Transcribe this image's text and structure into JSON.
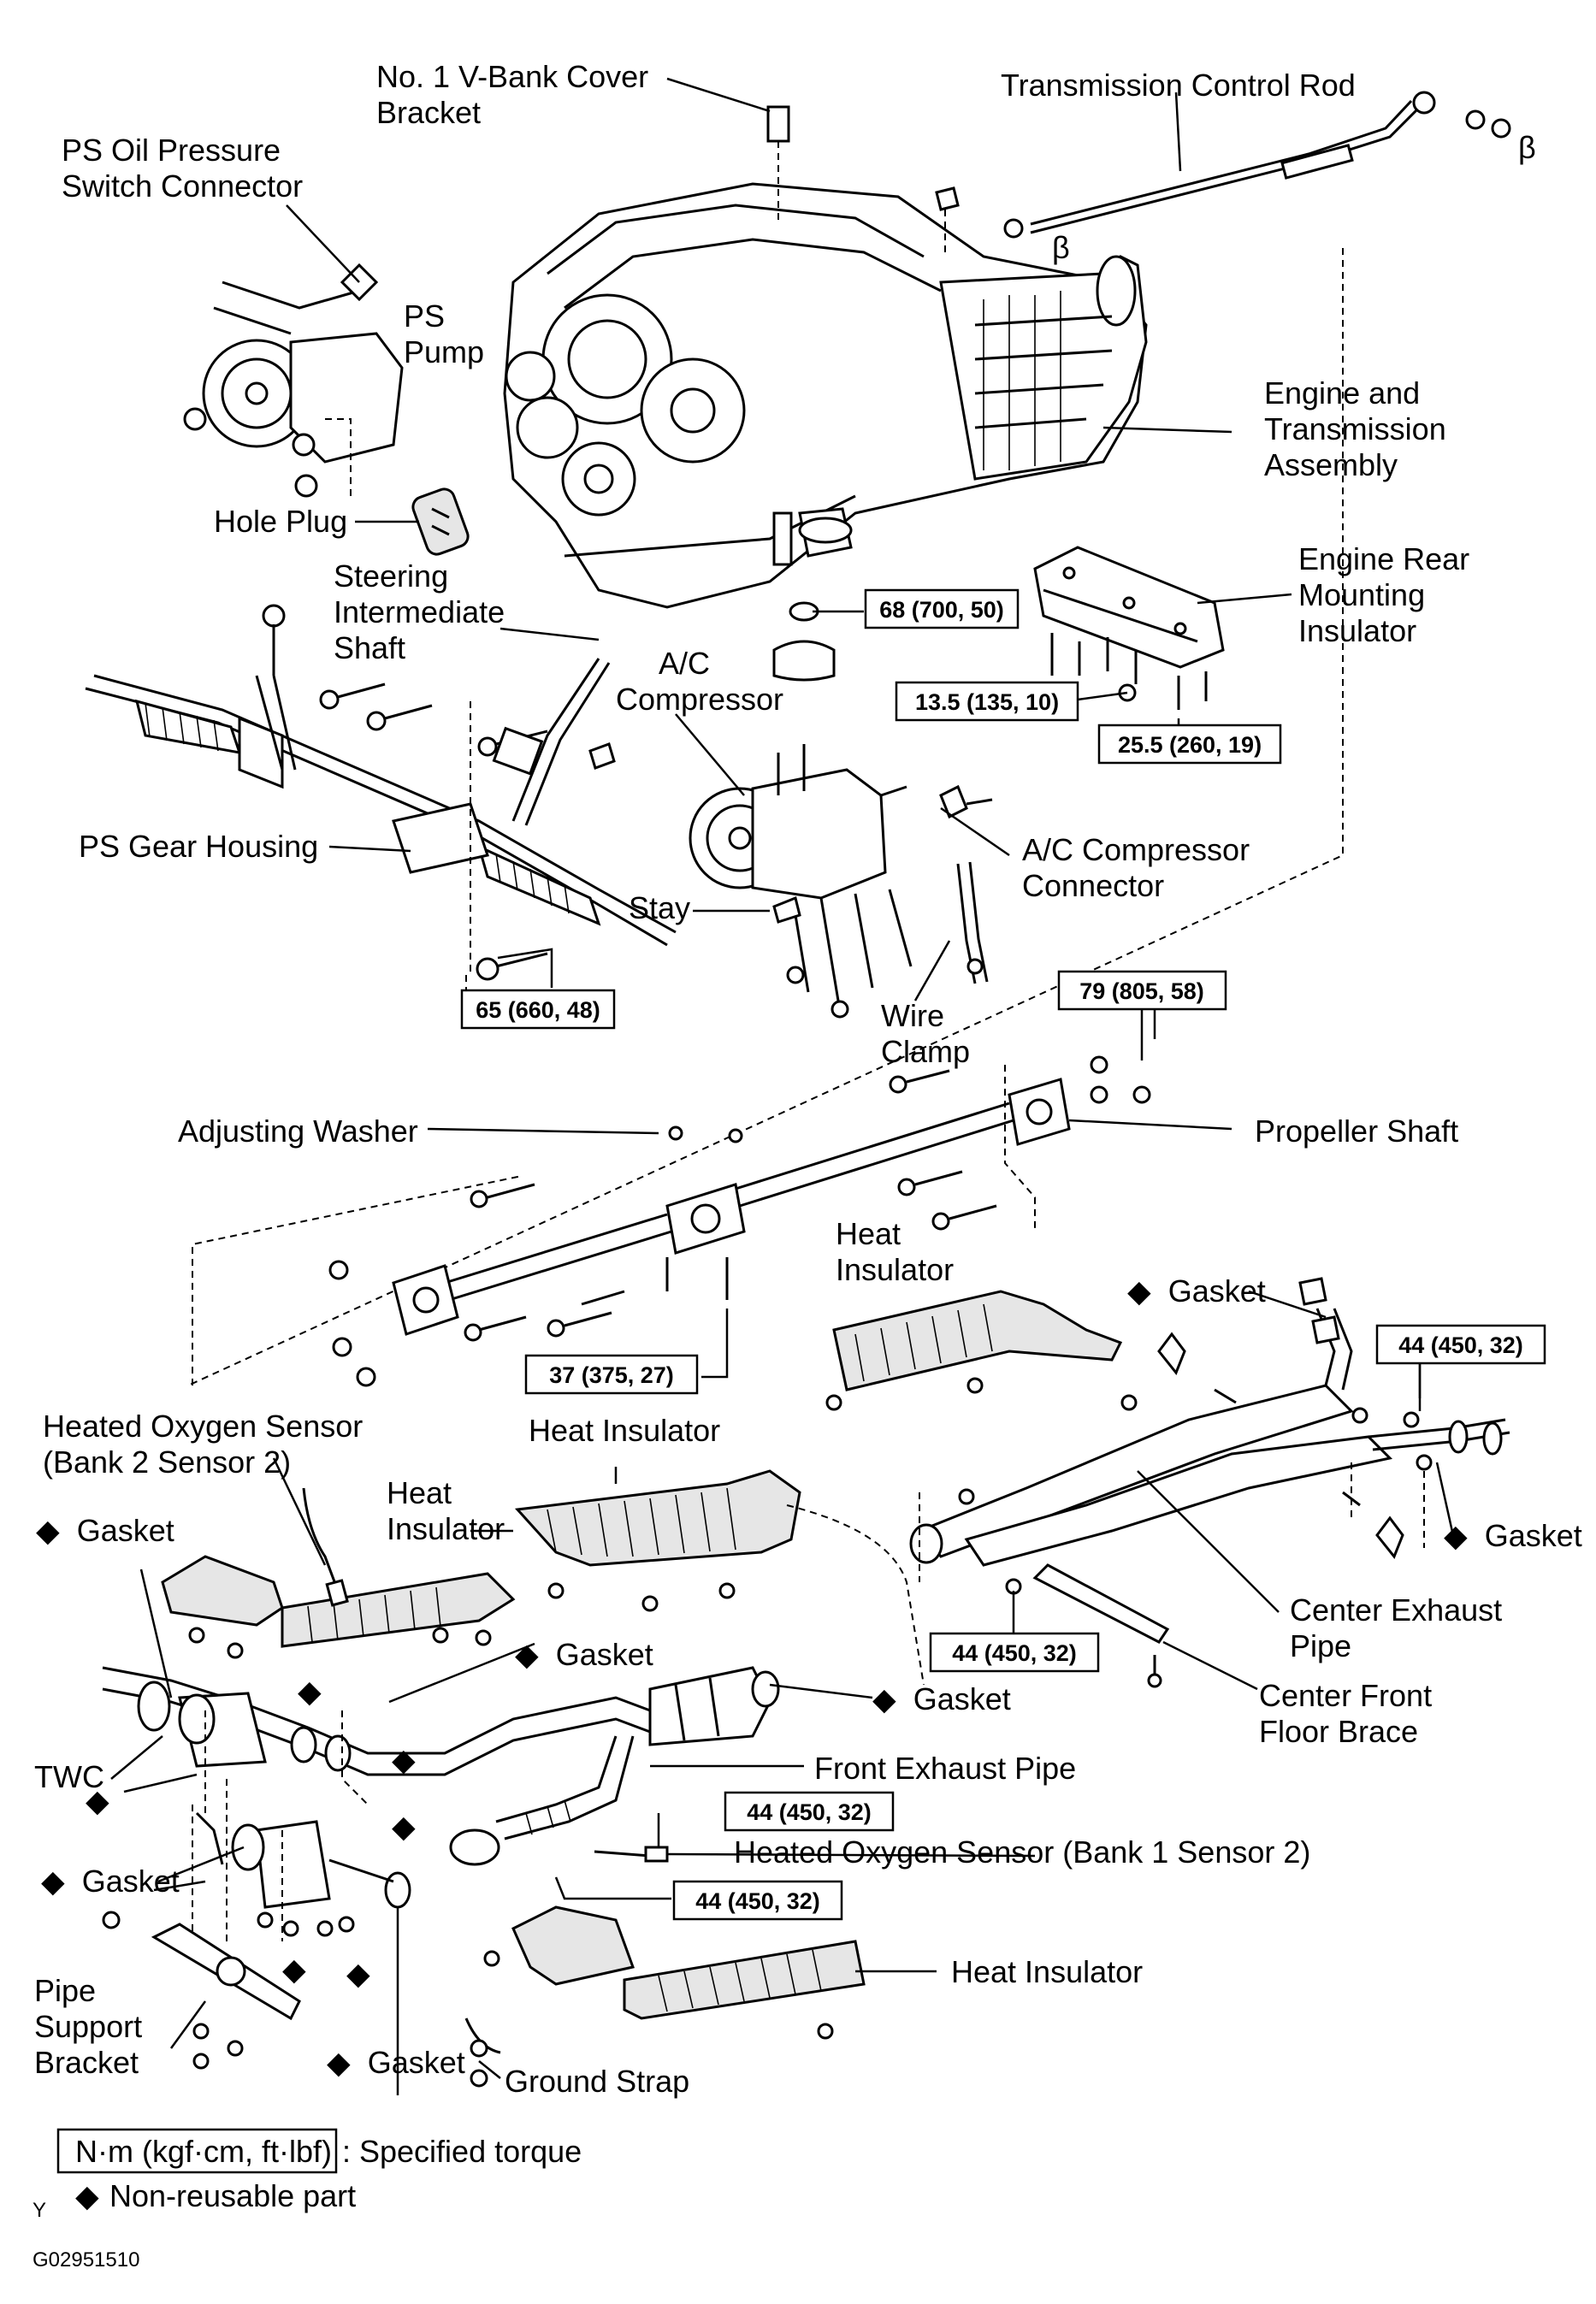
{
  "labels": {
    "v_bank_cover_bracket": [
      "No. 1 V-Bank Cover",
      "Bracket"
    ],
    "transmission_control_rod": "Transmission Control Rod",
    "ps_oil_pressure_switch_connector": [
      "PS Oil Pressure",
      "Switch Connector"
    ],
    "ps_pump": [
      "PS",
      "Pump"
    ],
    "engine_transmission_assembly": [
      "Engine and",
      "Transmission",
      "Assembly"
    ],
    "hole_plug": "Hole Plug",
    "engine_rear_mounting_insulator": [
      "Engine Rear",
      "Mounting",
      "Insulator"
    ],
    "steering_intermediate_shaft": [
      "Steering",
      "Intermediate",
      "Shaft"
    ],
    "ac_compressor": [
      "A/C",
      "Compressor"
    ],
    "ps_gear_housing": "PS Gear Housing",
    "ac_compressor_connector": [
      "A/C Compressor",
      "Connector"
    ],
    "stay": "Stay",
    "wire_clamp": [
      "Wire",
      "Clamp"
    ],
    "adjusting_washer": "Adjusting Washer",
    "propeller_shaft": "Propeller Shaft",
    "heat_insulator_upper": [
      "Heat",
      "Insulator"
    ],
    "gasket_upper_right": "Gasket",
    "heated_oxygen_sensor_bank2": [
      "Heated Oxygen Sensor",
      "(Bank 2 Sensor 2)"
    ],
    "heat_insulator_center": "Heat Insulator",
    "heat_insulator_left": [
      "Heat",
      "Insulator"
    ],
    "gasket_left_top": "Gasket",
    "gasket_right_mid": "Gasket",
    "center_exhaust_pipe": [
      "Center Exhaust",
      "Pipe"
    ],
    "gasket_mid": "Gasket",
    "gasket_cat": "Gasket",
    "center_front_floor_brace": [
      "Center Front",
      "Floor Brace"
    ],
    "twc": "TWC",
    "front_exhaust_pipe": "Front Exhaust Pipe",
    "heated_oxygen_sensor_bank1": "Heated Oxygen Sensor (Bank 1 Sensor 2)",
    "gasket_left_bottom": "Gasket",
    "heat_insulator_bottom": "Heat Insulator",
    "pipe_support_bracket": [
      "Pipe",
      "Support",
      "Bracket"
    ],
    "gasket_bottom": "Gasket",
    "ground_strap": "Ground Strap"
  },
  "torques": {
    "t68": "68 (700, 50)",
    "t13_5": "13.5 (135, 10)",
    "t25_5": "25.5 (260, 19)",
    "t65": "65 (660, 48)",
    "t79": "79 (805, 58)",
    "t37": "37 (375, 27)",
    "t44_right": "44 (450, 32)",
    "t44_center": "44 (450, 32)",
    "t44_sensor": "44 (450, 32)",
    "t44_front": "44 (450, 32)"
  },
  "symbols": {
    "diamond": "◆",
    "beta": "β",
    "y_mark": "Y"
  },
  "legend": {
    "torque_unit": "N·m (kgf·cm, ft·lbf)",
    "torque_desc": ": Specified torque",
    "nonreusable_desc": "Non-reusable part"
  },
  "figure_code": "G02951510"
}
